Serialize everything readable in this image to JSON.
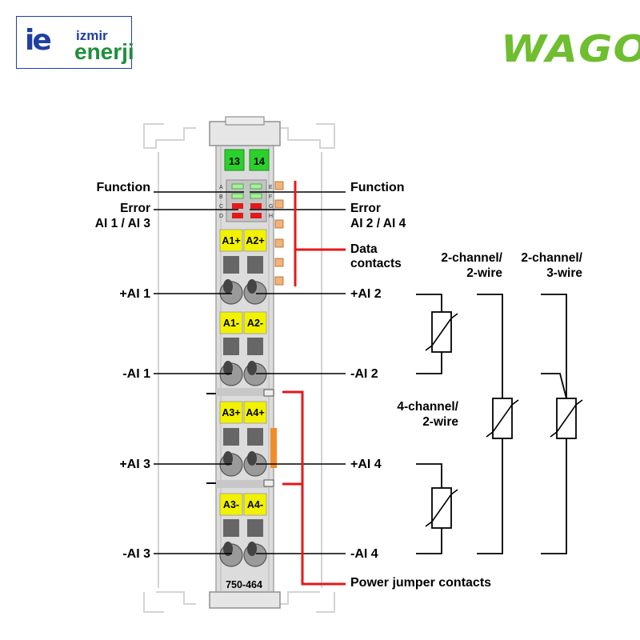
{
  "logos": {
    "left": {
      "mark": "ie",
      "line1": "izmir",
      "line2": "enerji"
    },
    "right": {
      "text": "WAGO"
    }
  },
  "module": {
    "model": "750-464",
    "leds_top": [
      "13",
      "14"
    ],
    "led_rows_left": [
      "A",
      "B",
      "C",
      "D"
    ],
    "led_rows_right": [
      "E",
      "F",
      "G",
      "H"
    ],
    "terminal_plates": [
      "A1+",
      "A2+",
      "A1-",
      "A2-",
      "A3+",
      "A4+",
      "A3-",
      "A4-"
    ]
  },
  "labels": {
    "function_left": "Function",
    "error_left_1": "Error",
    "error_left_2": "AI 1 / AI 3",
    "function_right": "Function",
    "error_right_1": "Error",
    "error_right_2": "AI 2 / AI 4",
    "data_contacts_1": "Data",
    "data_contacts_2": "contacts",
    "left_terms": [
      "+AI 1",
      "-AI 1",
      "+AI 3",
      "-AI 3"
    ],
    "right_terms": [
      "+AI 2",
      "-AI 2",
      "+AI 4",
      "-AI 4"
    ],
    "power_jumper": "Power jumper contacts"
  },
  "wiring": {
    "ch2w_1": "2-channel/",
    "ch2w_2": "2-wire",
    "ch3w_1": "2-channel/",
    "ch3w_2": "3-wire",
    "ch4w_1": "4-channel/",
    "ch4w_2": "2-wire"
  },
  "colors": {
    "led_green": "#2bd12b",
    "plate_yellow": "#f2f200",
    "module_grey": "#d4d4d4",
    "red_line": "#e3191b",
    "orange_contact": "#f28c28",
    "wago_green": "#6ebe2f",
    "izmir_blue": "#1f3fa3",
    "izmir_green": "#1f8f3a"
  }
}
